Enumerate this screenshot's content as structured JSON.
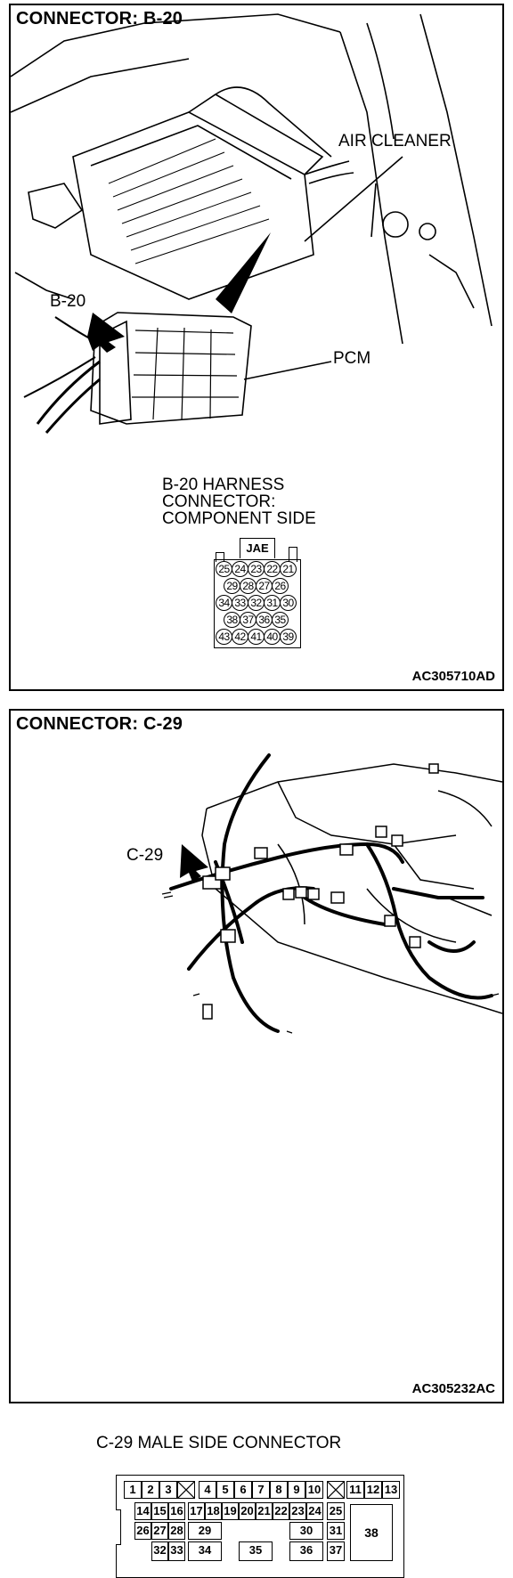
{
  "panel1": {
    "title": "CONNECTOR: B-20",
    "labels": {
      "air_cleaner": "AIR CLEANER",
      "b20": "B-20",
      "pcm": "PCM"
    },
    "harness_title": [
      "B-20 HARNESS",
      "CONNECTOR:",
      "COMPONENT SIDE"
    ],
    "connector_tag": "JAE",
    "pin_rows": [
      [
        "25",
        "24",
        "23",
        "22",
        "21"
      ],
      [
        "29",
        "28",
        "27",
        "26"
      ],
      [
        "34",
        "33",
        "32",
        "31",
        "30"
      ],
      [
        "38",
        "37",
        "36",
        "35"
      ],
      [
        "43",
        "42",
        "41",
        "40",
        "39"
      ]
    ],
    "code": "AC305710AD"
  },
  "panel2": {
    "title": "CONNECTOR: C-29",
    "labels": {
      "c29": "C-29"
    },
    "connector_title": "C-29 MALE SIDE CONNECTOR",
    "cells": {
      "row1": [
        "1",
        "2",
        "3",
        "4",
        "5",
        "6",
        "7",
        "8",
        "9",
        "10",
        "11",
        "12",
        "13"
      ],
      "row2": [
        "14",
        "15",
        "16",
        "17",
        "18",
        "19",
        "20",
        "21",
        "22",
        "23",
        "24",
        "25"
      ],
      "row3": [
        "26",
        "27",
        "28",
        "29",
        "30",
        "31"
      ],
      "row4": [
        "32",
        "33",
        "34",
        "35",
        "36",
        "37"
      ],
      "big": "38"
    },
    "code": "AC305232AC"
  }
}
